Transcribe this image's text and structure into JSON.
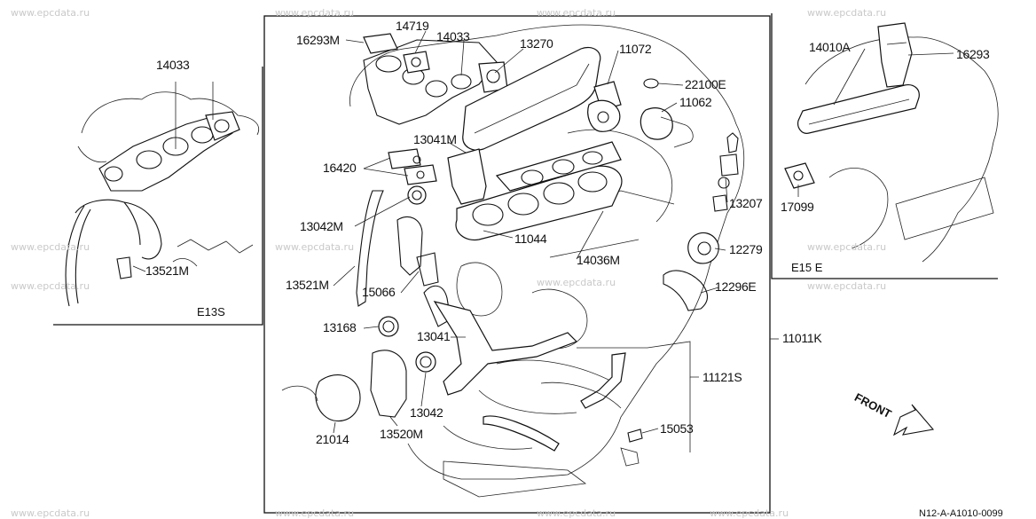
{
  "watermark": "www.epcdata.ru",
  "document_id": "N12-A-A1010-0099",
  "front_label": "FRONT",
  "panels": {
    "left_variant": "E13S",
    "right_variant": "E15 E"
  },
  "parts": {
    "p14033_left": "14033",
    "p13521M_left": "13521M",
    "p16293M": "16293M",
    "p14719": "14719",
    "p14033_main": "14033",
    "p13270": "13270",
    "p11072": "11072",
    "p22100E": "22100E",
    "p11062": "11062",
    "p13041M_top": "13041M",
    "p16420": "16420",
    "p13207": "13207",
    "p13042M": "13042M",
    "p11044": "11044",
    "p14036M": "14036M",
    "p12279": "12279",
    "p13521M_main": "13521M",
    "p15066": "15066",
    "p12296E": "12296E",
    "p13168": "13168",
    "p13041": "13041",
    "p11011K": "11011K",
    "p11121S": "11121S",
    "p13042": "13042",
    "p21014": "21014",
    "p13520M": "13520M",
    "p15053": "15053",
    "p14010A": "14010A",
    "p16293": "16293",
    "p17099": "17099"
  }
}
